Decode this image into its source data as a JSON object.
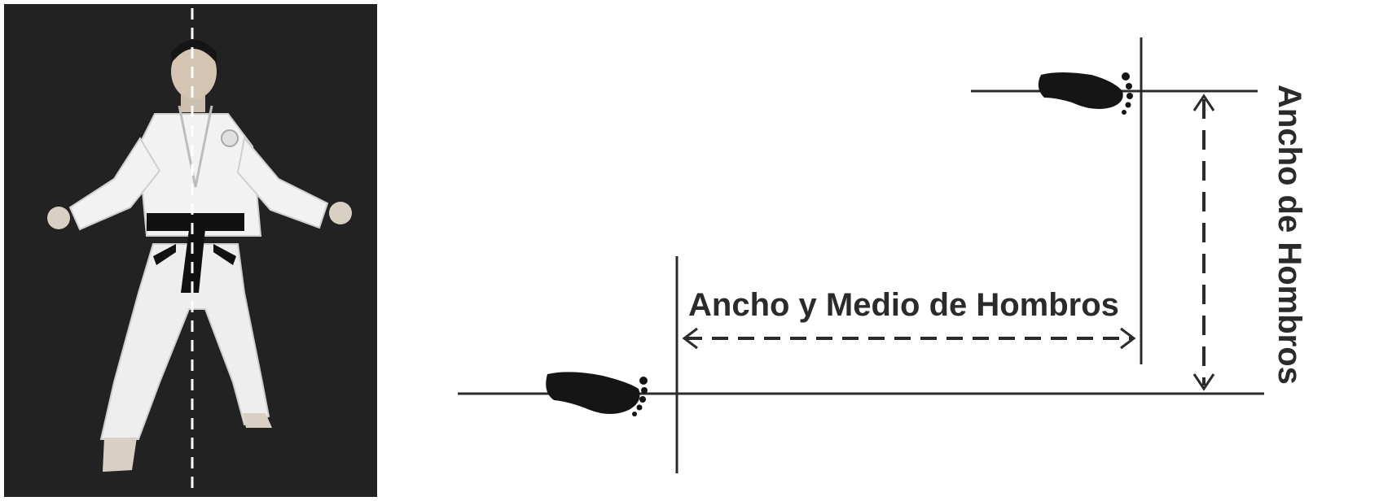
{
  "labels": {
    "horizontal_distance": "Ancho y Medio de Hombros",
    "vertical_distance": "Ancho de Hombros"
  },
  "photo": {
    "description_icon": "martial-artist-figure",
    "background_color": "#222222",
    "uniform_color": "#f2f2f2",
    "belt_color": "#111111"
  },
  "colors": {
    "line": "#2b2b2b",
    "foot": "#151515",
    "centerline": "#ffffff"
  }
}
